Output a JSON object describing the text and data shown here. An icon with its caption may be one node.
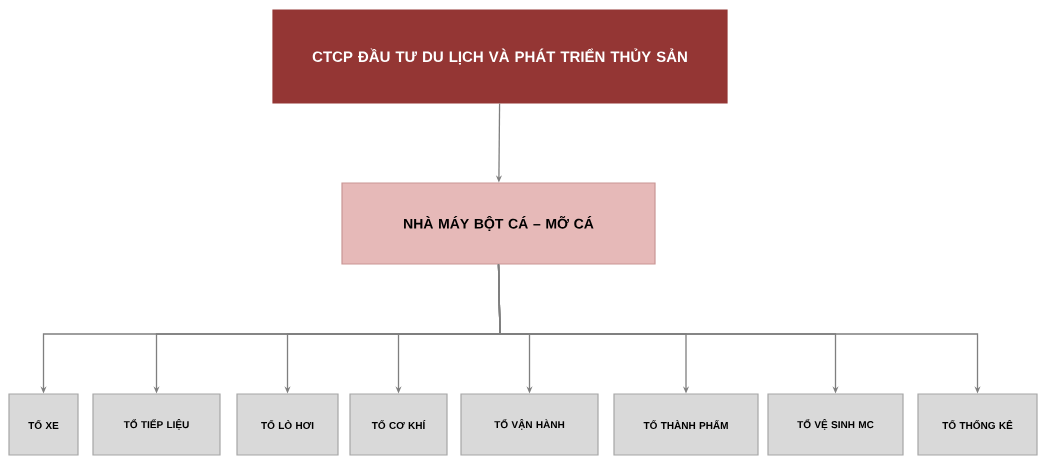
{
  "diagram": {
    "nodes": [
      {
        "text": [
          "CTCP ĐẦU TƯ DU LỊCH VÀ PHÁT TRIỂN THỦY SẢN"
        ]
      },
      {
        "text": [
          "NHÀ MÁY BỘT CÁ – MỠ CÁ"
        ]
      },
      {
        "text": [
          "TỔ XE"
        ]
      },
      {
        "text": [
          "TỔ TIẾP LIỆU"
        ]
      },
      {
        "text": [
          "TỔ LÒ HƠI"
        ]
      },
      {
        "text": [
          "TỔ CƠ KHÍ"
        ]
      },
      {
        "text": [
          "TỔ VẬN HÀNH"
        ]
      },
      {
        "text": [
          "TỔ THÀNH PHẨM"
        ]
      },
      {
        "text": [
          "TỔ VỆ SINH MC"
        ]
      },
      {
        "text": [
          "TỔ THỐNG KÊ"
        ]
      }
    ],
    "edges": [
      {
        "from": 0,
        "to": 1,
        "arrow": "to"
      },
      {
        "from": 1,
        "to": 2,
        "arrow": "to"
      },
      {
        "from": 1,
        "to": 3,
        "arrow": "to"
      },
      {
        "from": 1,
        "to": 4,
        "arrow": "to"
      },
      {
        "from": 1,
        "to": 5,
        "arrow": "to"
      },
      {
        "from": 1,
        "to": 6,
        "arrow": "to"
      },
      {
        "from": 1,
        "to": 7,
        "arrow": "to"
      },
      {
        "from": 1,
        "to": 8,
        "arrow": "to"
      },
      {
        "from": 1,
        "to": 9,
        "arrow": "to"
      }
    ]
  }
}
